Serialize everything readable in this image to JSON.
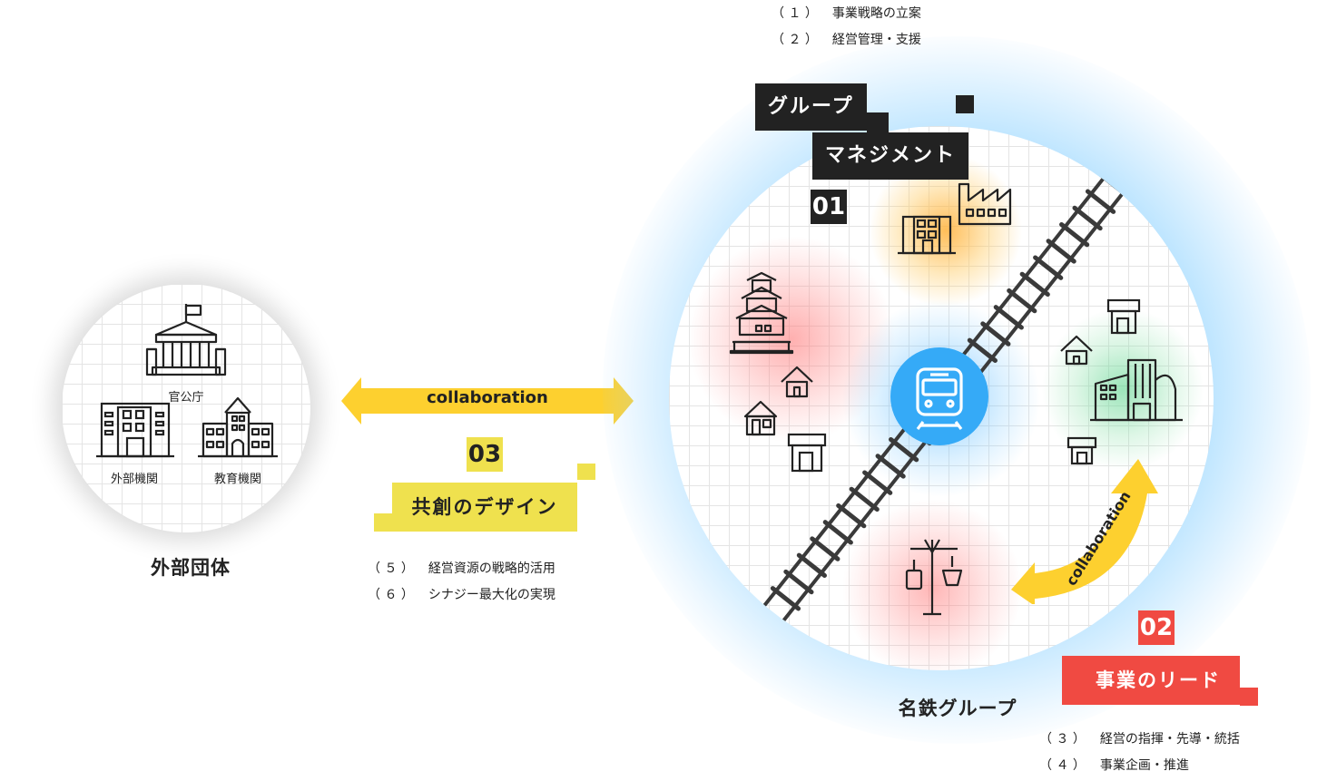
{
  "external": {
    "title": "外部団体",
    "gov_label": "官公庁",
    "ext_label": "外部機関",
    "edu_label": "教育機関",
    "icons": [
      "government-building-icon",
      "office-building-icon",
      "school-icon"
    ]
  },
  "group": {
    "title": "名鉄グループ",
    "icons": [
      "castle-icon",
      "office-building-icon",
      "factory-icon",
      "train-icon",
      "house-icon",
      "shop-icon",
      "ropeway-icon",
      "building-icon"
    ]
  },
  "sections": {
    "management": {
      "number": "01",
      "title_line1": "グループ",
      "title_line2": "マネジメント",
      "items": [
        {
          "no": "１",
          "text": "事業戦略の立案"
        },
        {
          "no": "２",
          "text": "経営管理・支援"
        }
      ]
    },
    "lead": {
      "number": "02",
      "title": "事業のリード",
      "items": [
        {
          "no": "３",
          "text": "経営の指揮・先導・統括"
        },
        {
          "no": "４",
          "text": "事業企画・推進"
        }
      ]
    },
    "design": {
      "number": "03",
      "title": "共創のデザイン",
      "items": [
        {
          "no": "５",
          "text": "経営資源の戦略的活用"
        },
        {
          "no": "６",
          "text": "シナジー最大化の実現"
        }
      ]
    }
  },
  "collaboration": {
    "label_main": "collaboration",
    "label_inner": "collaboration"
  },
  "colors": {
    "dark": "#222222",
    "red": "#f04a42",
    "yellow_arrow": "#fdd02f",
    "yellow_label": "#efe14e",
    "blue": "#35aaf7",
    "orange_blob": "#ffb23c",
    "red_blob": "#ff7070",
    "green_blob": "#5ad38b"
  }
}
